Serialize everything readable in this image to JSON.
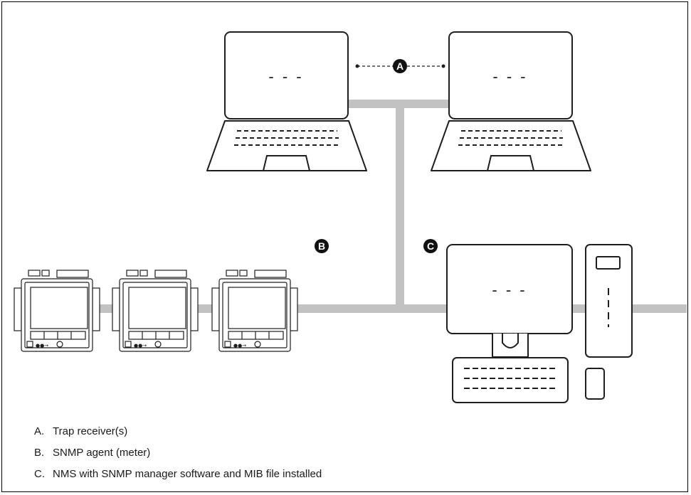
{
  "callouts": [
    "A",
    "B",
    "C"
  ],
  "screen_text": "- - -",
  "legend": [
    {
      "letter": "A.",
      "text": "Trap receiver(s)"
    },
    {
      "letter": "B.",
      "text": "SNMP agent (meter)"
    },
    {
      "letter": "C.",
      "text": "NMS with SNMP manager software and MIB file installed"
    }
  ],
  "colors": {
    "network": "#c2c2c2",
    "stroke": "#1e1e1e",
    "callout": "#111111"
  },
  "icons": [
    "laptop-icon",
    "laptop-icon",
    "meter-icon",
    "meter-icon",
    "meter-icon",
    "desktop-computer-icon"
  ]
}
